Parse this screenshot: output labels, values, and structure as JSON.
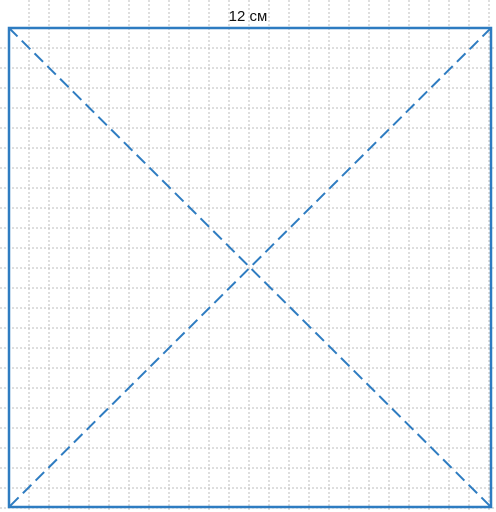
{
  "figure": {
    "side_label": "12 см",
    "shape": "square",
    "diagonals": "dashed",
    "grid": "dotted",
    "colors": {
      "outline": "#2E7CC1",
      "grid": "#BDBDBD",
      "text": "#111111",
      "background": "#FFFFFF"
    }
  }
}
